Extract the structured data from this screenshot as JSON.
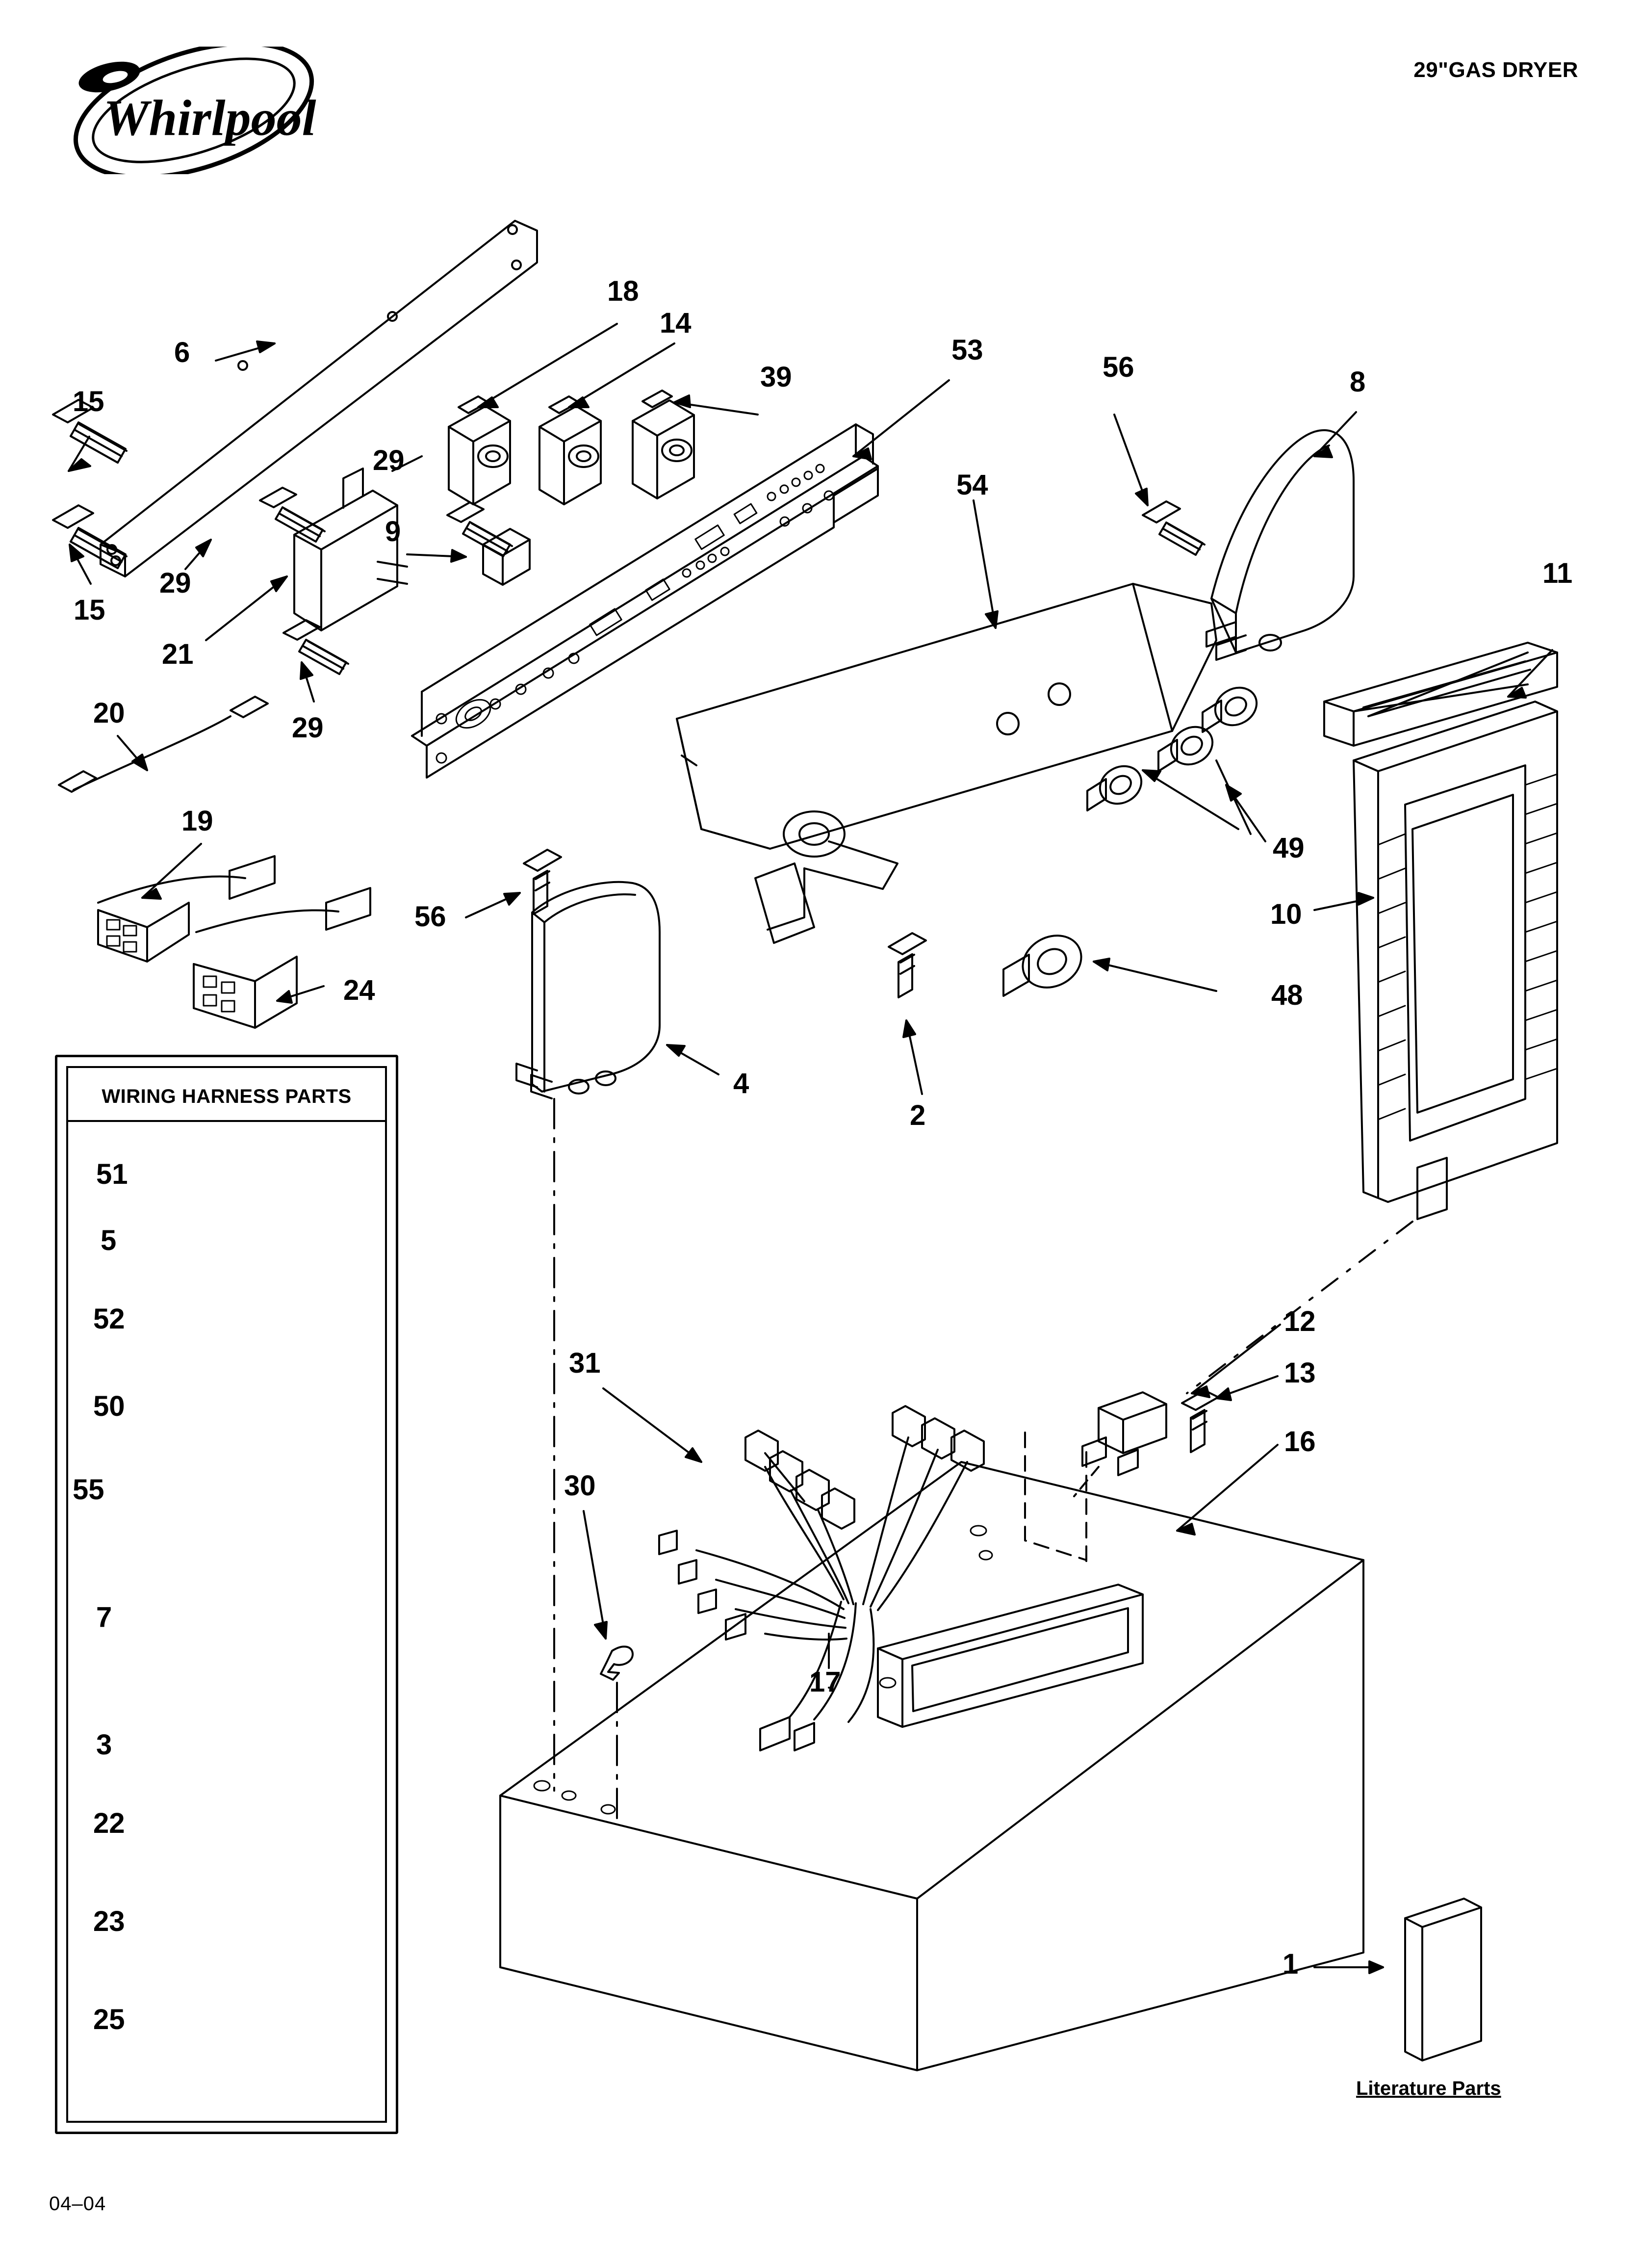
{
  "header": {
    "model_title": "29\"GAS DRYER",
    "brand": "Whirlpool"
  },
  "footer": {
    "revision_date": "04–04"
  },
  "wiring_panel": {
    "title": "WIRING HARNESS PARTS",
    "items": [
      {
        "number": "51",
        "name": "connector-block-51"
      },
      {
        "number": "5",
        "name": "connector-block-5"
      },
      {
        "number": "52",
        "name": "terminal-52"
      },
      {
        "number": "50",
        "name": "connector-block-50"
      },
      {
        "number": "55",
        "name": "connector-block-55"
      },
      {
        "number": "7",
        "name": "connector-block-7"
      },
      {
        "number": "3",
        "name": "clip-3"
      },
      {
        "number": "22",
        "name": "connector-block-22"
      },
      {
        "number": "23",
        "name": "connector-block-23"
      },
      {
        "number": "25",
        "name": "connector-block-25"
      }
    ]
  },
  "literature": {
    "label": "Literature Parts",
    "number": "1"
  },
  "callouts": [
    {
      "id": "c6",
      "number": "6"
    },
    {
      "id": "c15a",
      "number": "15"
    },
    {
      "id": "c15b",
      "number": "15"
    },
    {
      "id": "c18",
      "number": "18"
    },
    {
      "id": "c14",
      "number": "14"
    },
    {
      "id": "c39",
      "number": "39"
    },
    {
      "id": "c53",
      "number": "53"
    },
    {
      "id": "c56a",
      "number": "56"
    },
    {
      "id": "c8",
      "number": "8"
    },
    {
      "id": "c54",
      "number": "54"
    },
    {
      "id": "c29a",
      "number": "29"
    },
    {
      "id": "c29b",
      "number": "29"
    },
    {
      "id": "c29c",
      "number": "29"
    },
    {
      "id": "c9",
      "number": "9"
    },
    {
      "id": "c21",
      "number": "21"
    },
    {
      "id": "c20",
      "number": "20"
    },
    {
      "id": "c19",
      "number": "19"
    },
    {
      "id": "c24",
      "number": "24"
    },
    {
      "id": "c56b",
      "number": "56"
    },
    {
      "id": "c4",
      "number": "4"
    },
    {
      "id": "c2",
      "number": "2"
    },
    {
      "id": "c11",
      "number": "11"
    },
    {
      "id": "c49",
      "number": "49"
    },
    {
      "id": "c10",
      "number": "10"
    },
    {
      "id": "c48",
      "number": "48"
    },
    {
      "id": "c12",
      "number": "12"
    },
    {
      "id": "c13",
      "number": "13"
    },
    {
      "id": "c16",
      "number": "16"
    },
    {
      "id": "c31",
      "number": "31"
    },
    {
      "id": "c30",
      "number": "30"
    },
    {
      "id": "c17",
      "number": "17"
    },
    {
      "id": "c1",
      "number": "1"
    }
  ],
  "colors": {
    "ink": "#000000",
    "paper": "#ffffff"
  }
}
